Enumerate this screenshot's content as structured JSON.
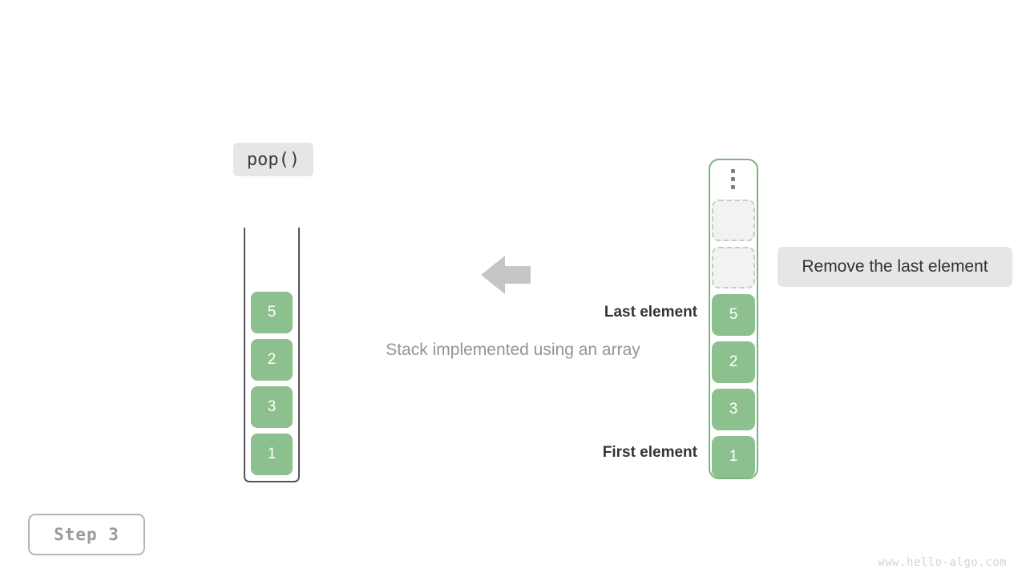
{
  "operation": {
    "label": "pop()"
  },
  "caption": {
    "text": "Stack implemented using an array"
  },
  "left_stack": {
    "name": "abstract-stack",
    "cells": [
      {
        "value": "5"
      },
      {
        "value": "2"
      },
      {
        "value": "3"
      },
      {
        "value": "1"
      }
    ]
  },
  "arrow": {
    "direction": "left",
    "color": "#c6c6c6"
  },
  "right_stack": {
    "name": "array-stack",
    "ellipsis": "⋮",
    "empty_slots": 2,
    "cells": [
      {
        "value": "5"
      },
      {
        "value": "2"
      },
      {
        "value": "3"
      },
      {
        "value": "1"
      }
    ]
  },
  "annotations": {
    "last_element": "Last element",
    "first_element": "First element"
  },
  "callout": {
    "text": "Remove the last element"
  },
  "step": {
    "label": "Step 3"
  },
  "watermark": {
    "text": "www.hello-algo.com"
  },
  "colors": {
    "cell_green": "#8cc08e",
    "container_border_green": "#7cb57f",
    "badge_gray": "#e6e6e6",
    "text_dark": "#333333",
    "text_muted": "#949494",
    "empty_slot_fill": "#f2f2f2",
    "arrow_gray": "#c6c6c6"
  }
}
